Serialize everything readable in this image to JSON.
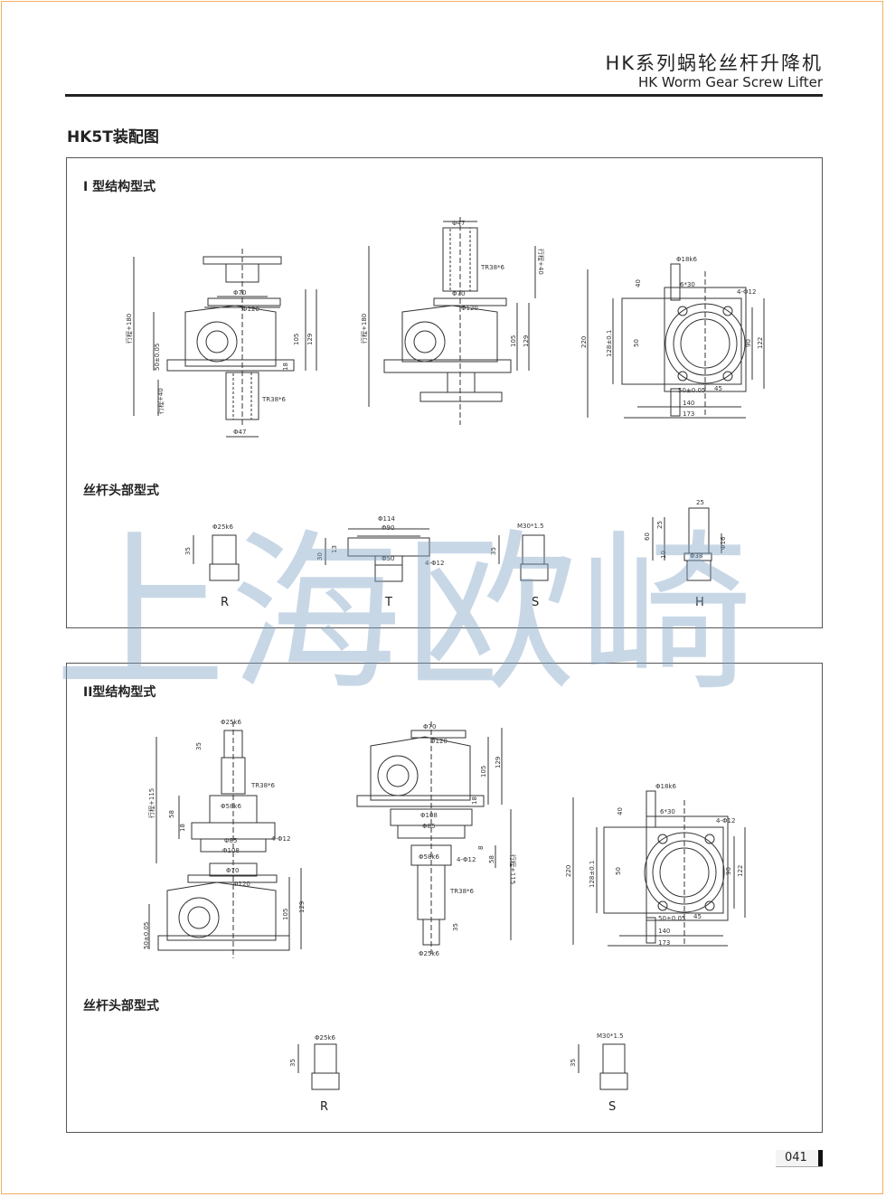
{
  "header": {
    "title_cn": "HK系列蜗轮丝杆升降机",
    "title_en": "HK Worm Gear Screw Lifter"
  },
  "page_title": "HK5T装配图",
  "watermark": "上海欧崎",
  "section1": {
    "title": "I 型结构型式",
    "head_title": "丝杆头部型式",
    "heads": [
      "R",
      "T",
      "S",
      "H"
    ]
  },
  "section2": {
    "title": "II型结构型式",
    "head_title": "丝杆头部型式",
    "heads": [
      "R",
      "S"
    ]
  },
  "dims": {
    "d1_stroke180": "行程+180",
    "d1_50": "50±0.05",
    "d1_stroke40": "行程+40",
    "d1_phi70": "Φ70",
    "d1_phi120": "Φ120",
    "d1_105": "105",
    "d1_129": "129",
    "d1_18": "18",
    "d1_tr": "TR38*6",
    "d1_phi47": "Φ47",
    "d2_phi47": "Φ47",
    "d2_tr": "TR38*6",
    "d2_stroke40": "行程+40",
    "d2_phi70": "Φ70",
    "d2_phi120": "Φ120",
    "d2_stroke180": "行程+180",
    "d2_105": "105",
    "d2_129": "129",
    "d3_phi18": "Φ18k6",
    "d3_630": "6*30",
    "d3_4phi12": "4-Φ12",
    "d3_40": "40",
    "d3_220": "220",
    "d3_128": "128±0.1",
    "d3_50": "50",
    "d3_90": "90",
    "d3_122": "122",
    "d3_50b": "50±0.05",
    "d3_45": "45",
    "d3_140": "140",
    "d3_173": "173",
    "r_phi": "Φ25k6",
    "r_35": "35",
    "t_phi114": "Φ114",
    "t_phi90": "Φ90",
    "t_phi50": "Φ50",
    "t_4phi12": "4-Φ12",
    "t_30": "30",
    "t_13": "13",
    "s_m30": "M30*1.5",
    "s_35": "35",
    "h_25": "25",
    "h_25b": "25",
    "h_60": "60",
    "h_10": "10",
    "h_phi16": "Φ16",
    "h_phi38": "Φ38",
    "e1_phi25": "Φ25k6",
    "e1_35": "35",
    "e1_tr": "TR38*6",
    "e1_stroke115": "行程+115",
    "e1_phi58": "Φ58k6",
    "e1_58": "58",
    "e1_18": "18",
    "e1_phi85": "Φ85",
    "e1_phi108": "Φ108",
    "e1_4phi12": "4-Φ12",
    "e1_phi70": "Φ70",
    "e1_phi120": "Φ120",
    "e1_105": "105",
    "e1_129": "129",
    "e1_50": "50±0.05",
    "e2_phi70": "Φ70",
    "e2_phi120": "Φ120",
    "e2_129": "129",
    "e2_105": "105",
    "e2_18": "18",
    "e2_phi108": "Φ108",
    "e2_phi85": "Φ85",
    "e2_phi58": "Φ58k6",
    "e2_8": "8",
    "e2_4phi12": "4-Φ12",
    "e2_58": "58",
    "e2_stroke115": "行程+115",
    "e2_tr": "TR38*6",
    "e2_35": "35",
    "e2_phi25": "Φ25k6",
    "e3_phi18": "Φ18k6",
    "e3_630": "6*30",
    "e3_4phi12": "4-Φ12",
    "e3_40": "40",
    "e3_220": "220",
    "e3_128": "128±0.1",
    "e3_50": "50",
    "e3_90": "90",
    "e3_122": "122",
    "e3_50b": "50±0.05",
    "e3_45": "45",
    "e3_140": "140",
    "e3_173": "173",
    "r2_phi": "Φ25k6",
    "r2_35": "35",
    "s2_m30": "M30*1.5",
    "s2_35": "35"
  },
  "page_number": "041"
}
